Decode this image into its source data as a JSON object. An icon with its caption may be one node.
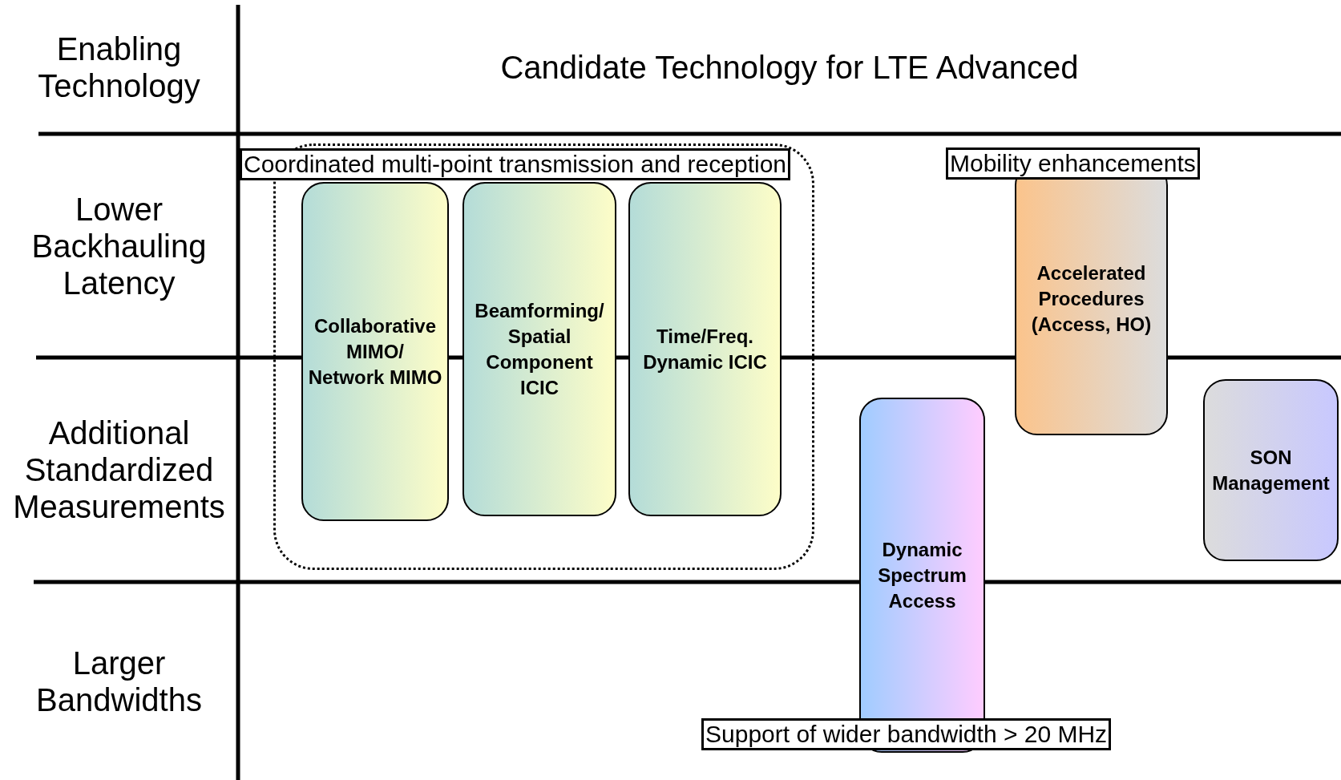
{
  "diagram": {
    "nodes": [
      {
        "text": [
          "Coordinated multi-point transmission and reception"
        ]
      },
      {
        "text": [
          "Collaborative MIMO/ Network MIMO"
        ],
        "in": 0
      },
      {
        "text": [
          "Beamforming/ Spatial Component ICIC"
        ],
        "in": 0
      },
      {
        "text": [
          "Time/Freq. Dynamic ICIC"
        ],
        "in": 0
      },
      {
        "text": [
          "Mobility enhancements",
          "Accelerated Procedures (Access, HO)"
        ]
      },
      {
        "text": [
          "SON Management"
        ]
      },
      {
        "text": [
          "Dynamic Spectrum Access",
          "Support of wider bandwidth > 20 MHz"
        ]
      }
    ],
    "edges": [],
    "labels": [
      "Enabling Technology",
      "Candidate Technology for LTE Advanced",
      "Lower Backhauling Latency",
      "Additional Standardized Measurements",
      "Larger Bandwidths"
    ]
  }
}
